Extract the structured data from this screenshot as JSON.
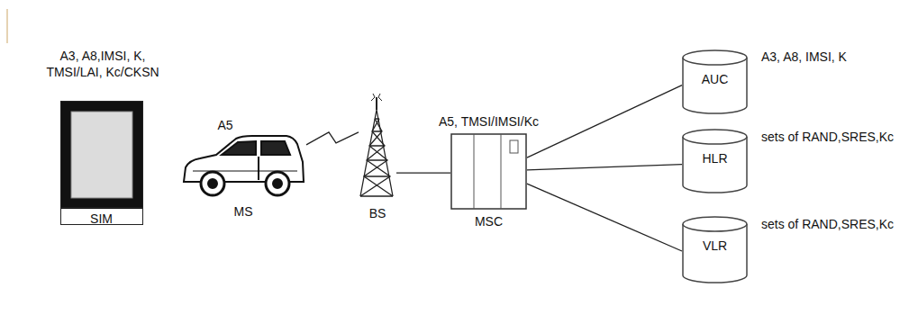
{
  "diagram": {
    "nodes": [
      {
        "text": [
          "A3, A8,IMSI, K, TMSI/LAI, Kc/CKSN",
          "SIM"
        ]
      },
      {
        "text": [
          "A5",
          "MS"
        ]
      },
      {
        "text": [
          "BS"
        ]
      },
      {
        "text": [
          "A5, TMSI/IMSI/Kc",
          "MSC"
        ]
      },
      {
        "text": [
          "AUC",
          "A3, A8, IMSI, K"
        ]
      },
      {
        "text": [
          "HLR",
          "sets of RAND,SRES,Kc"
        ]
      },
      {
        "text": [
          "VLR",
          "sets of RAND,SRES,Kc"
        ]
      }
    ],
    "edges": [
      {
        "from": 1,
        "to": 2,
        "arrow": "none"
      },
      {
        "from": 2,
        "to": 3,
        "arrow": "none"
      },
      {
        "from": 3,
        "to": 4,
        "arrow": "none"
      },
      {
        "from": 3,
        "to": 5,
        "arrow": "none"
      },
      {
        "from": 3,
        "to": 6,
        "arrow": "none"
      }
    ]
  }
}
